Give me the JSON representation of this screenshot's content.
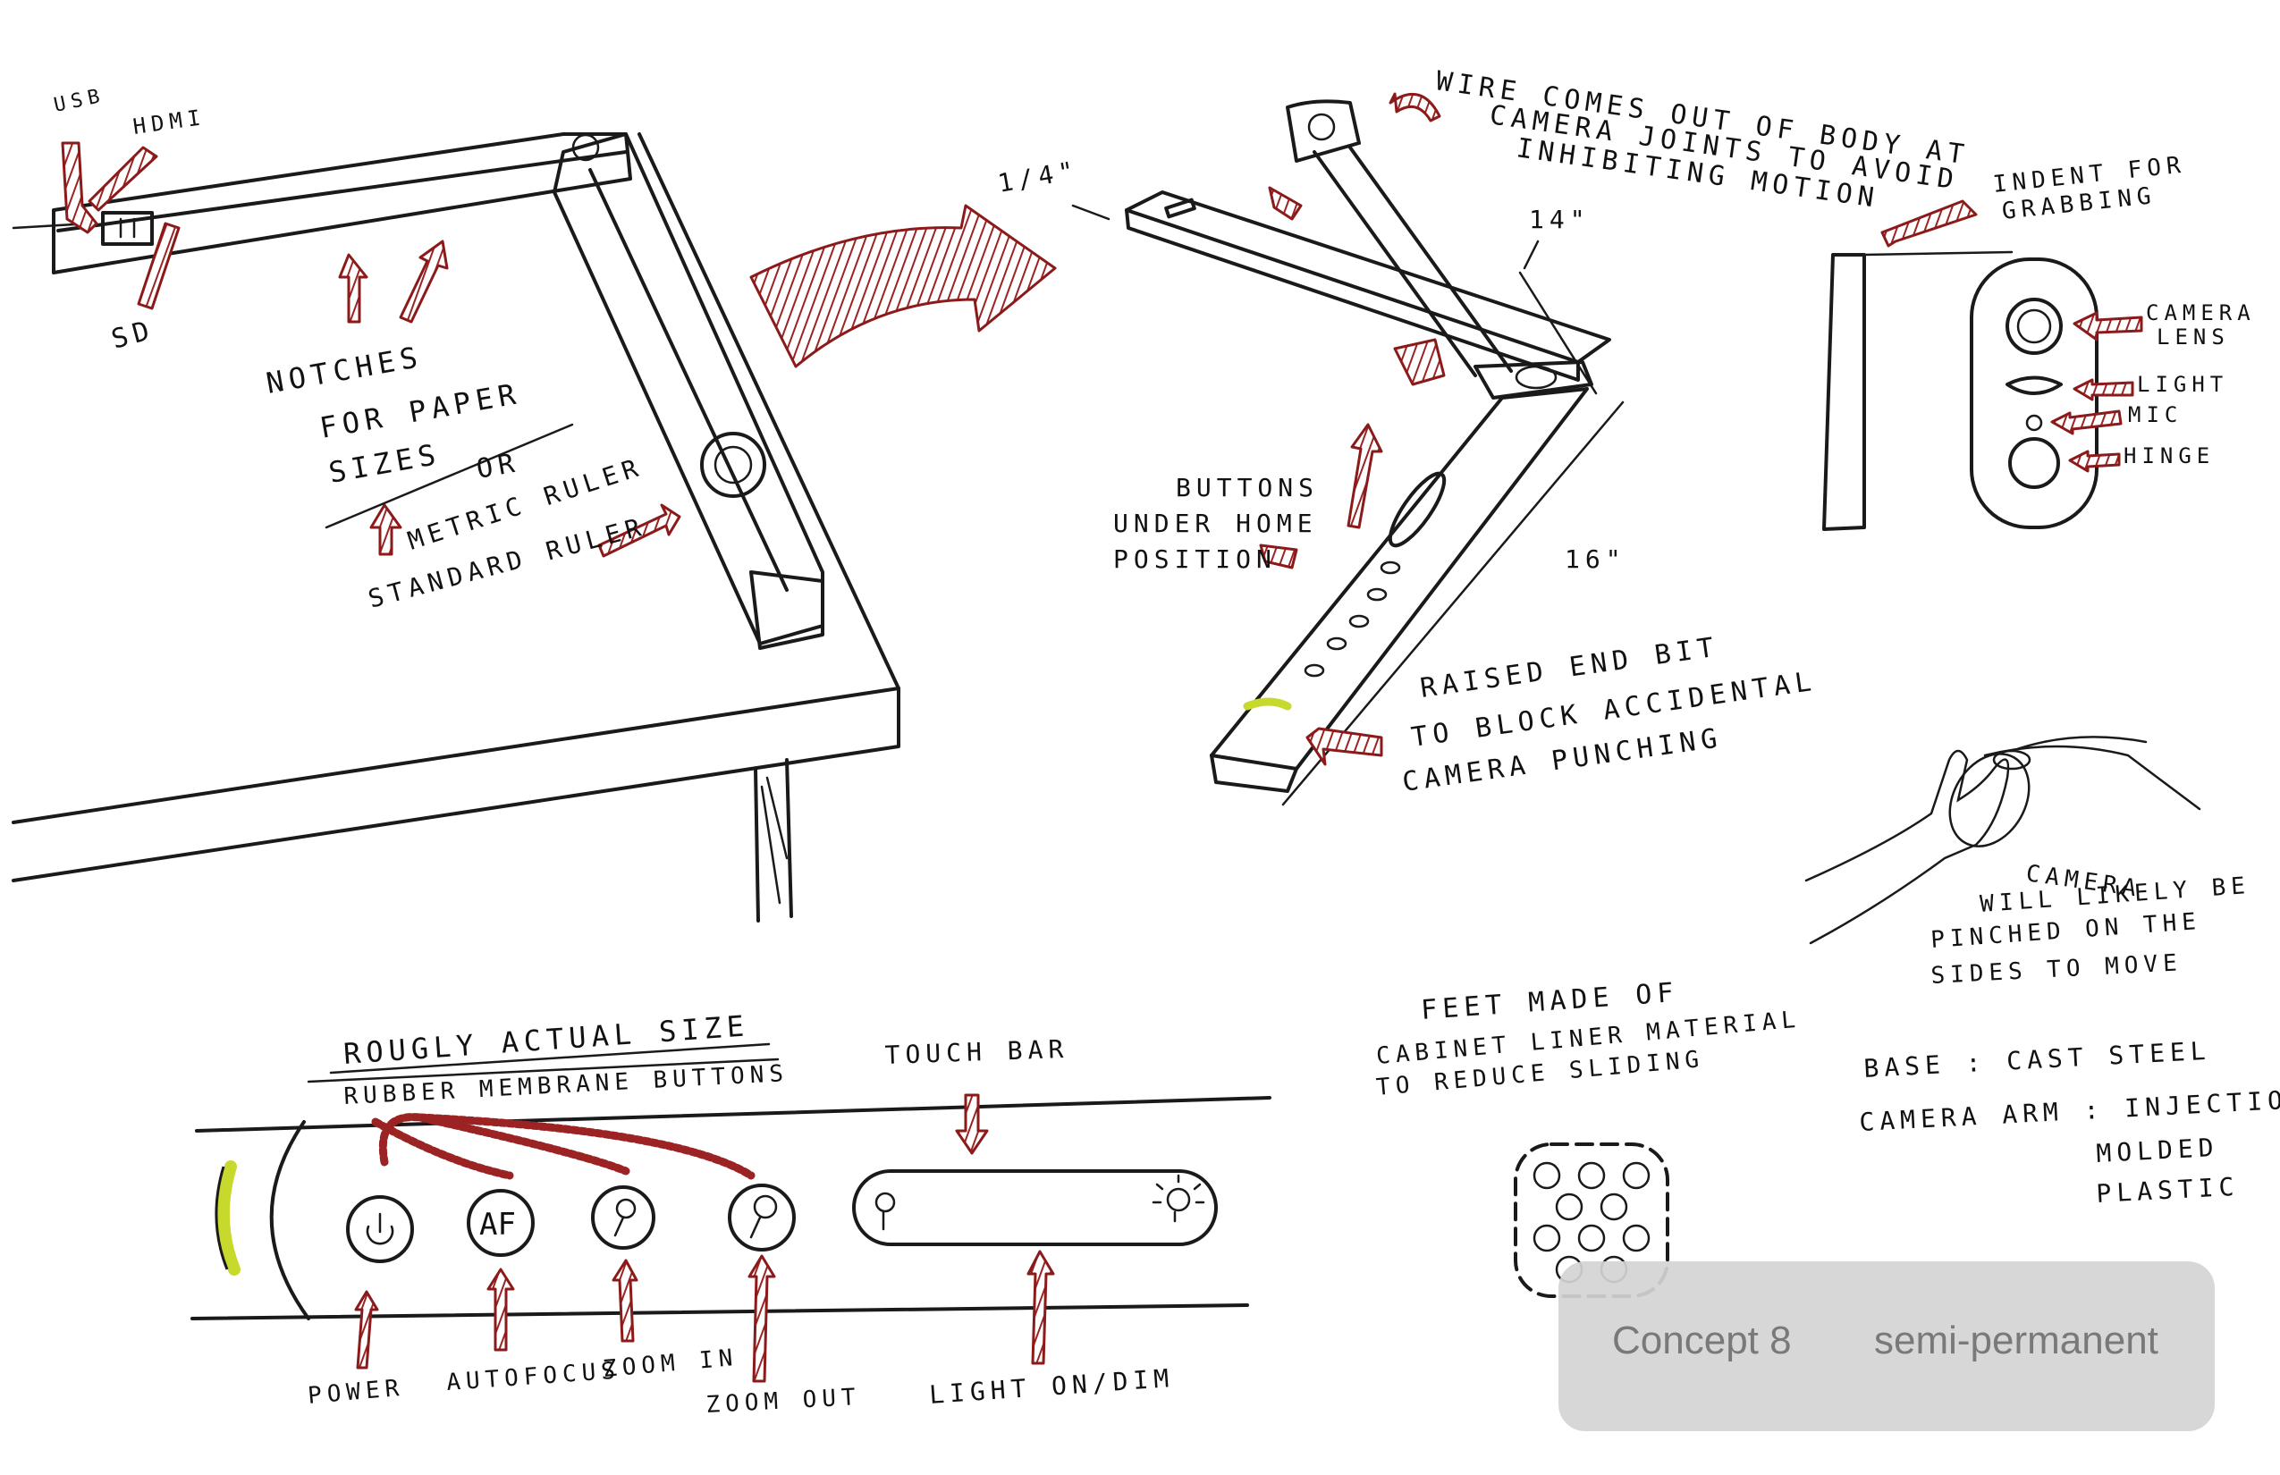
{
  "labels": {
    "usb": "USB",
    "hdmi": "HDMI",
    "sd": "SD",
    "notches_1": "NOTCHES",
    "notches_2": "FOR PAPER",
    "notches_3": "SIZES",
    "notches_or": "OR",
    "metric_ruler": "METRIC RULER",
    "standard_ruler": "STANDARD RULER",
    "quarter_inch": "1/4\"",
    "wire_1": "WIRE COMES OUT OF BODY AT",
    "wire_2": "CAMERA JOINTS TO AVOID",
    "wire_3": "INHIBITING MOTION",
    "dim_14": "14\"",
    "dim_16": "16\"",
    "buttons_1": "BUTTONS",
    "buttons_2": "UNDER HOME",
    "buttons_3": "POSITION",
    "raised_1": "RAISED END BIT",
    "raised_2": "TO BLOCK ACCIDENTAL",
    "raised_3": "CAMERA PUNCHING",
    "indent_1": "INDENT FOR",
    "indent_2": "GRABBING",
    "camera_lens_1": "CAMERA",
    "camera_lens_2": "LENS",
    "light": "LIGHT",
    "mic": "MIC",
    "hinge": "HINGE",
    "pinch_1": "CAMERA",
    "pinch_2": "WILL LIKELY BE",
    "pinch_3": "PINCHED ON THE",
    "pinch_4": "SIDES TO MOVE",
    "actual_size": "ROUGLY ACTUAL SIZE",
    "rubber": "RUBBER MEMBRANE BUTTONS",
    "touch_bar": "TOUCH BAR",
    "af": "AF",
    "power": "POWER",
    "autofocus": "AUTOFOCUS",
    "zoom_in": "ZOOM IN",
    "zoom_out": "ZOOM OUT",
    "light_dim": "LIGHT ON/DIM",
    "feet_1": "FEET MADE OF",
    "feet_2": "CABINET LINER MATERIAL",
    "feet_3": "TO REDUCE SLIDING",
    "base": "BASE : CAST STEEL",
    "arm_1": "CAMERA ARM : INJECTION",
    "arm_2": "MOLDED",
    "arm_3": "PLASTIC"
  },
  "badge": {
    "concept": "Concept 8",
    "type": "semi-permanent"
  },
  "colors": {
    "ink": "#1a1a1a",
    "accent_red": "#9b2323",
    "highlight_yellow": "#c6d92c",
    "badge_bg": "#d4d4d4",
    "badge_text": "#6e6e6e"
  }
}
